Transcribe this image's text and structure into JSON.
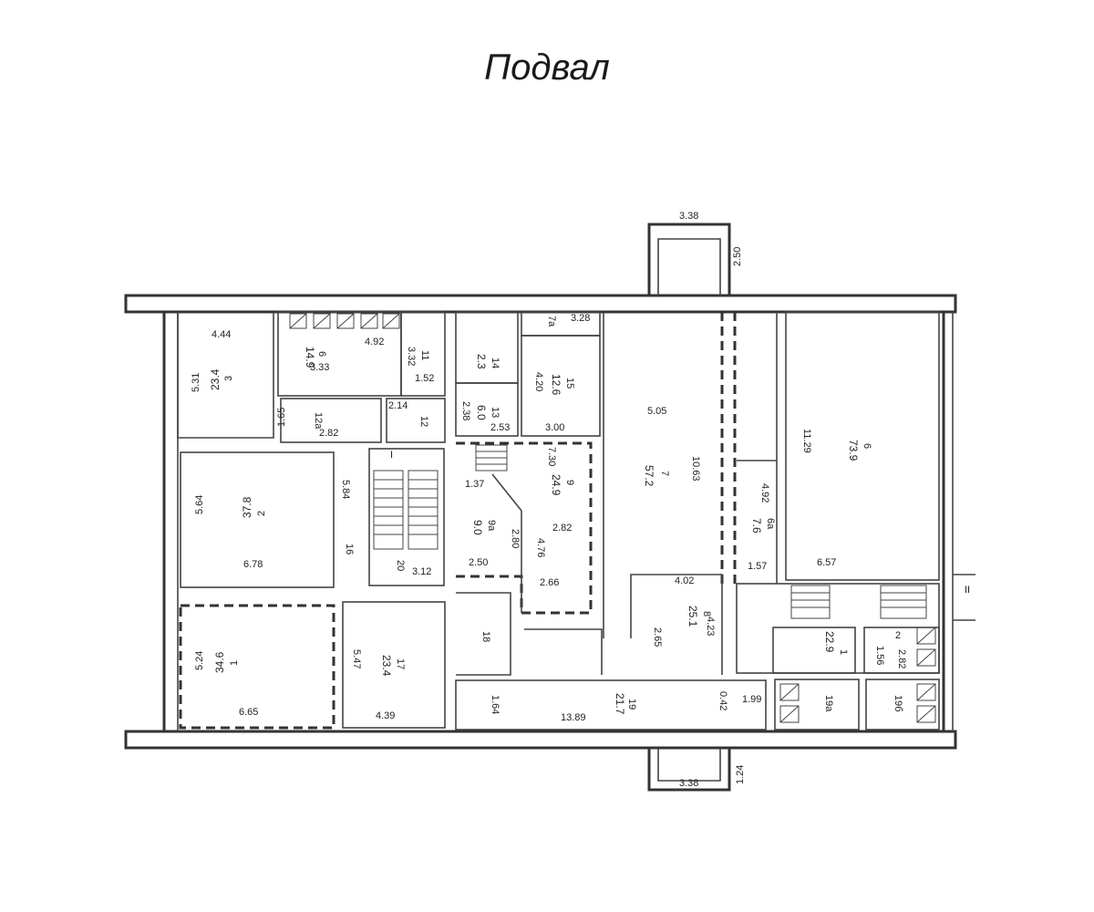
{
  "title": "Подвал",
  "dims": {
    "top_width": "3.38",
    "top_height": "2.50",
    "bottom_width": "3.38",
    "bottom_height": "1.24"
  },
  "rooms": {
    "r1": {
      "num": "1",
      "area": "34.6",
      "w": "6.65",
      "h": "5.24"
    },
    "r2": {
      "num": "2",
      "area": "37.8",
      "w": "6.78",
      "h": "5.64"
    },
    "r3": {
      "num": "3",
      "area": "23.4",
      "w": "4.44",
      "h": "5.31"
    },
    "r6": {
      "num": "6",
      "area": "14.9",
      "w": "4.92",
      "h": "3.33",
      "side": "3.32"
    },
    "r11": {
      "num": "11",
      "w": "1.52"
    },
    "r12a": {
      "num": "12a",
      "w": "2.82",
      "h": "1.65"
    },
    "r12": {
      "num": "12",
      "w": "2.14"
    },
    "r14": {
      "num": "14",
      "area": "2.3"
    },
    "r13": {
      "num": "13",
      "area": "6.0",
      "w": "2.53",
      "h": "2.38"
    },
    "r7a": {
      "num": "7a",
      "w": "3.28"
    },
    "r15": {
      "num": "15",
      "area": "12.6",
      "w": "3.00",
      "h": "4.20"
    },
    "r9": {
      "num": "9",
      "area": "24.9",
      "w": "2.82",
      "h": "7.30",
      "w2": "2.66",
      "d": "4.76"
    },
    "r9a": {
      "num": "9a",
      "area": "9.0",
      "w": "2.50",
      "h": "2.80",
      "d": "1.37"
    },
    "r7": {
      "num": "7",
      "area": "57.2",
      "w": "5.05",
      "h": "10.63"
    },
    "r8": {
      "num": "8",
      "area": "25.1",
      "w": "4.02",
      "h": "4.23",
      "h2": "2.65"
    },
    "r6b": {
      "num": "6",
      "area": "73.9",
      "w": "6.57",
      "h": "11.29"
    },
    "r6a": {
      "num": "6a",
      "area": "7.6",
      "w": "1.57",
      "h": "4.92"
    },
    "r16": {
      "num": "16",
      "h": "5.84"
    },
    "r20": {
      "num": "20",
      "w": "3.12"
    },
    "r17": {
      "num": "17",
      "area": "23.4",
      "w": "4.39",
      "h": "5.47"
    },
    "r18": {
      "num": "18"
    },
    "r19": {
      "num": "19",
      "area": "21.7",
      "w": "13.89",
      "h": "1.64",
      "a": "0.42",
      "b": "1.99"
    },
    "r1b": {
      "num": "1",
      "area": "22.9"
    },
    "r2b": {
      "num": "2",
      "w": "1.56",
      "h": "2.82"
    },
    "r19a": {
      "num": "19a"
    },
    "r19b": {
      "num": "19б"
    },
    "stair_mark": "I",
    "stair_mark2": "II"
  }
}
